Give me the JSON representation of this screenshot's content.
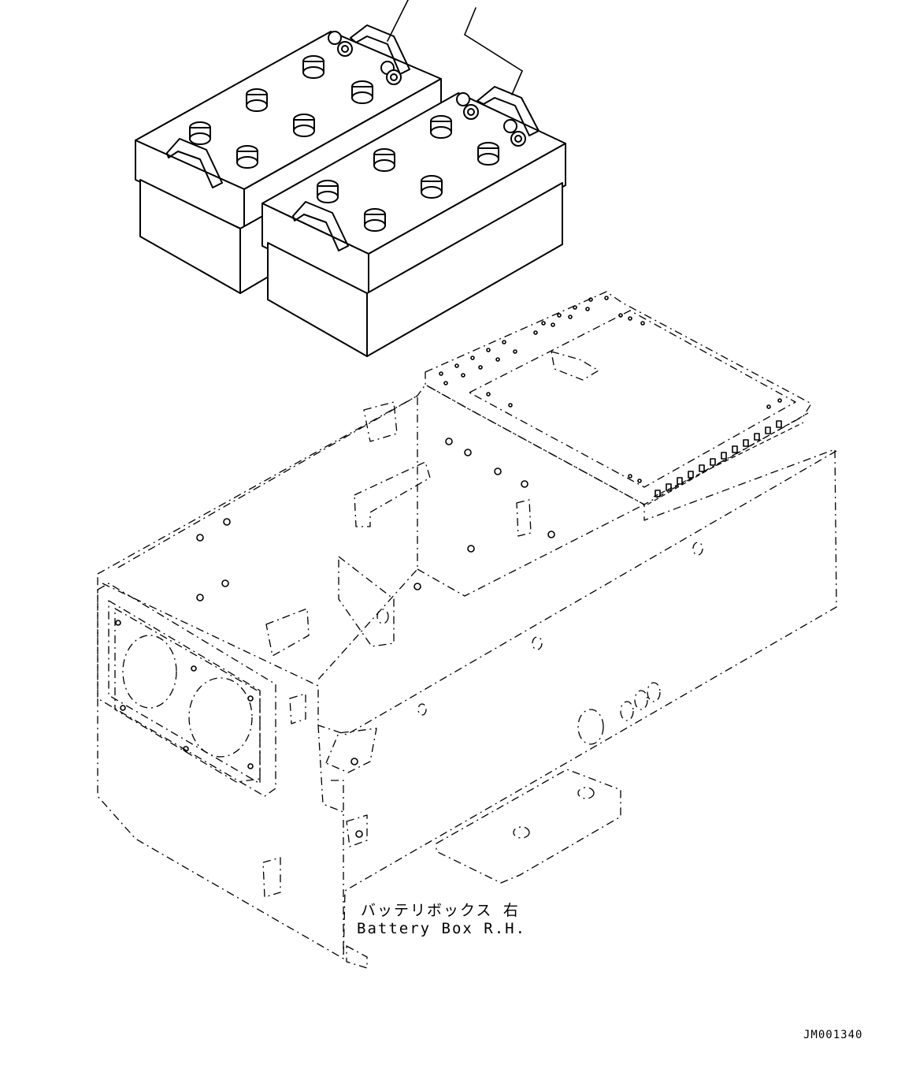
{
  "labels": {
    "part_name_jp": "バッテリボックス 右",
    "part_name_en": "Battery Box R.H."
  },
  "drawing_id": "JM001340",
  "icons": [
    "battery-icon",
    "battery-icon",
    "battery-box-icon"
  ]
}
